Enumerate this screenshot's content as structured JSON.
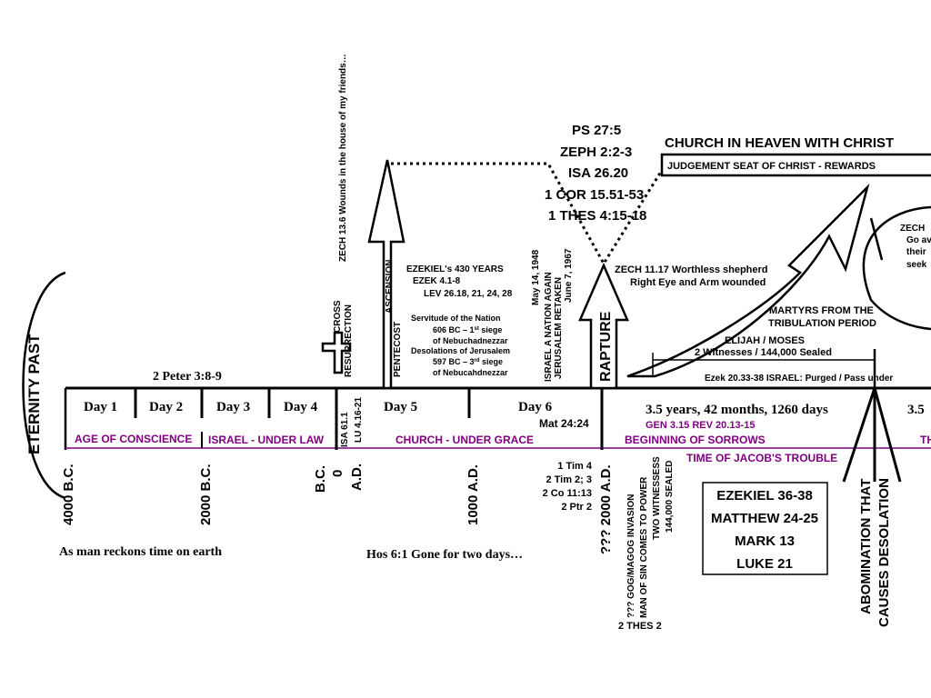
{
  "eternity_past": "ETERNITY PAST",
  "peter_ref": "2 Peter 3:8-9",
  "days": [
    "Day 1",
    "Day 2",
    "Day 3",
    "Day 4",
    "Day 5",
    "Day 6"
  ],
  "mat_ref": "Mat 24:24",
  "ages": {
    "conscience": "AGE OF CONSCIENCE",
    "law": "ISRAEL - UNDER LAW",
    "grace": "CHURCH - UNDER GRACE",
    "sorrows": "BEGINNING OF SORROWS",
    "jacob": "TIME OF JACOB'S TROUBLE",
    "cut_t": "TH"
  },
  "years": {
    "bc4000": "4000 B.C.",
    "bc2000": "2000 B.C.",
    "bc": "B.C.",
    "zero": "0",
    "ad": "A.D.",
    "ad1000": "1000 A.D.",
    "ad2000": "??? 2000 A.D."
  },
  "cross_resurrection": [
    "CROSS",
    "RESURRECTION"
  ],
  "pentecost": "PENTECOST",
  "ascension": "ASCENSION",
  "zech_top": "ZECH 13.6     Wounds in the house of my friends…",
  "isa_lu": [
    "ISA 61.1",
    "LU 4.16-21"
  ],
  "ezekiel_block": [
    "EZEKIEL's 430 YEARS",
    "EZEK 4.1-8",
    "LEV 26.18, 21, 24, 28"
  ],
  "servitude": {
    "title": "Servitude of the Nation",
    "siege1_pre": "606 BC – 1",
    "siege1_sup": "st",
    "siege1_post": " siege",
    "neb1": "of Nebuchadnezzar",
    "desolations": "Desolations of Jerusalem",
    "siege3_pre": "597 BC – 3",
    "siege3_sup": "rd",
    "siege3_post": " siege",
    "neb2": "of Nebucahdnezzar"
  },
  "israel_again": [
    "ISRAEL  A NATION AGAIN",
    "JERUSALEM RETAKEN",
    "May 14, 1948",
    "June 7, 1967"
  ],
  "verses_top": [
    "PS 27:5",
    "ZEPH 2:2-3",
    "ISA 26.20",
    "1 COR 15.51-53",
    "1 THES 4:15-18"
  ],
  "rapture": "RAPTURE",
  "zech_1117": [
    "ZECH 11.17 Worthless shepherd",
    "Right Eye and Arm wounded"
  ],
  "church_heaven": "CHURCH IN HEAVEN WITH CHRIST",
  "judgement_seat": "JUDGEMENT SEAT OF CHRIST - REWARDS",
  "zech_cut": [
    "ZECH",
    "Go av",
    "their",
    "seek"
  ],
  "martyrs": [
    "MARTYRS FROM THE",
    "TRIBULATION PERIOD"
  ],
  "elijah": [
    "ELIJAH / MOSES",
    "2 Witnesses / 144,000 Sealed"
  ],
  "ezek_purged": "Ezek 20.33-38   ISRAEL:  Purged / Pass under",
  "three_half": "3.5 years, 42 months, 1260 days",
  "three_half_cut": "3.5",
  "gen_rev": "GEN 3.15     REV 20.13-15",
  "tim_refs": [
    "1 Tim 4",
    "2 Tim 2; 3",
    "2 Co 11:13",
    "2 Ptr 2"
  ],
  "gog_block": [
    "??? GOG/MAGOG INVASION",
    "MAN OF SIN COMES TO POWER",
    "TWO WITNESSESS",
    "144,000 SEALED"
  ],
  "thes2": "2 THES 2",
  "refs_box": [
    "EZEKIEL 36-38",
    "MATTHEW 24-25",
    "MARK 13",
    "LUKE 21"
  ],
  "abomination": [
    "ABOMINATION THAT",
    "CAUSES DESOLATION"
  ],
  "man_reckons": "As man reckons time on earth",
  "hosea": "Hos 6:1  Gone for two days…",
  "colors": {
    "ink": "#000000",
    "age_text": "#800080",
    "age_line": "#800080"
  }
}
